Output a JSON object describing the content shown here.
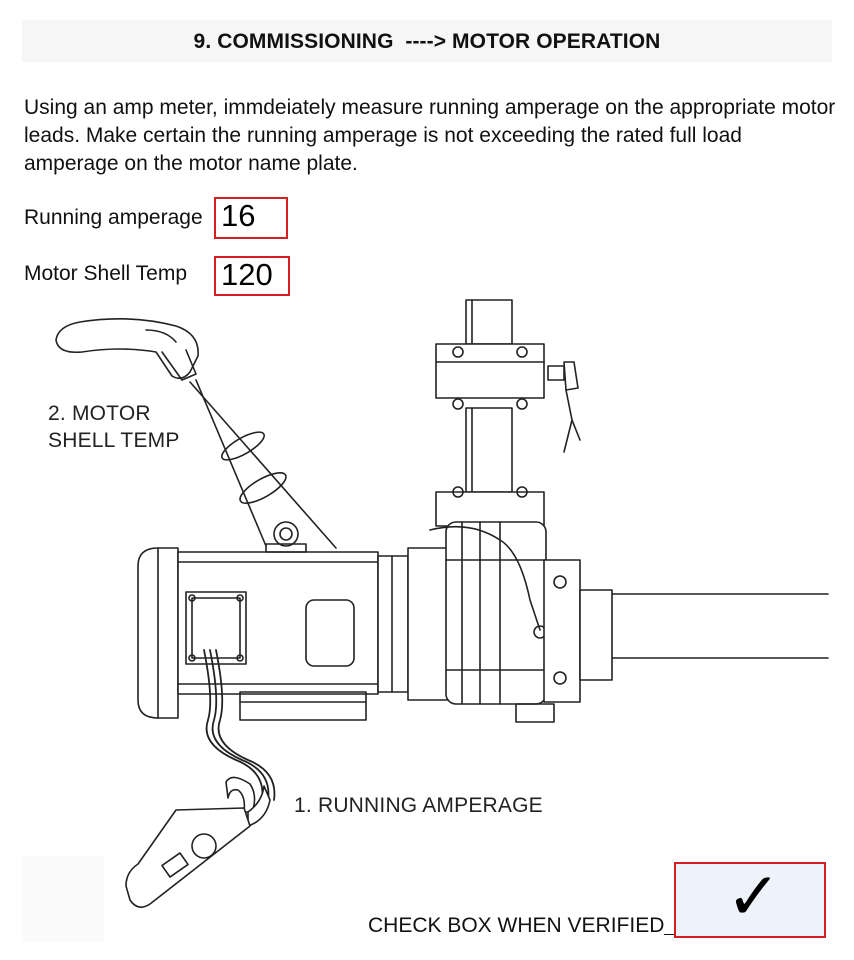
{
  "header": {
    "title": "9. COMMISSIONING  ----> MOTOR OPERATION"
  },
  "instructions": "Using an amp meter, immdeiately measure running amperage on the appropriate motor leads. Make certain the running amperage is not exceeding the rated full load amperage on the motor name plate.",
  "fields": {
    "running_amperage": {
      "label": "Running amperage",
      "value": "16"
    },
    "motor_shell_temp": {
      "label": "Motor Shell Temp",
      "value": "120"
    }
  },
  "diagram": {
    "callout_temp_line1": "2. MOTOR",
    "callout_temp_line2": "SHELL TEMP",
    "callout_amperage": "1. RUNNING AMPERAGE"
  },
  "verification": {
    "label": "CHECK BOX WHEN VERIFIED",
    "mark": "✓"
  },
  "colors": {
    "field_border": "#d21f1f",
    "checkbox_fill": "#eef3fb",
    "header_fill": "#f6f6f6"
  },
  "icons": [
    "ir-thermometer-icon",
    "clamp-meter-icon",
    "checkmark-icon"
  ]
}
